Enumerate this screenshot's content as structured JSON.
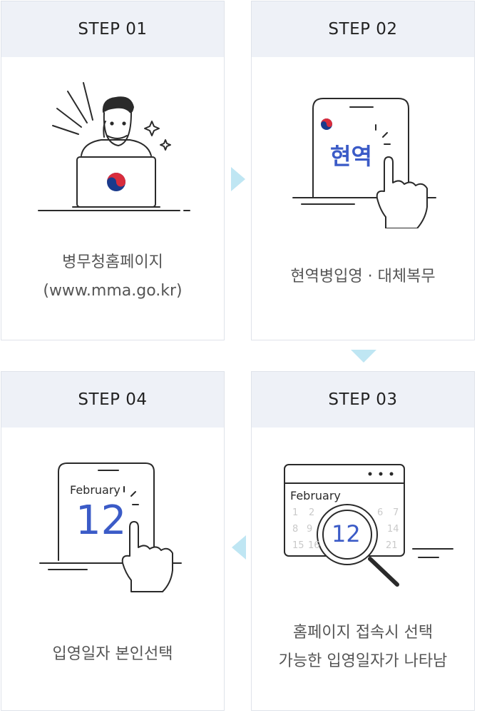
{
  "steps": [
    {
      "label": "STEP 01",
      "caption_lines": [
        "병무청홈페이지",
        "(www.mma.go.kr)"
      ]
    },
    {
      "label": "STEP 02",
      "caption_lines": [
        "현역병입영 · 대체복무"
      ],
      "phone_text": "현역"
    },
    {
      "label": "STEP 03",
      "caption_lines": [
        "홈페이지 접속시 선택",
        "가능한 입영일자가 나타남"
      ],
      "calendar_month": "February",
      "calendar_day": "12",
      "calendar_numbers": [
        "1",
        "2",
        "6",
        "7",
        "8",
        "9",
        "14",
        "15",
        "16",
        "21"
      ]
    },
    {
      "label": "STEP 04",
      "caption_lines": [
        "입영일자 본인선택"
      ],
      "calendar_month": "February",
      "calendar_day": "12"
    }
  ],
  "colors": {
    "header_bg": "#eef1f7",
    "border": "#dfe3ea",
    "arrow": "#bfe6f3",
    "accent_blue": "#3b5bc7",
    "line": "#2a2a2a"
  }
}
